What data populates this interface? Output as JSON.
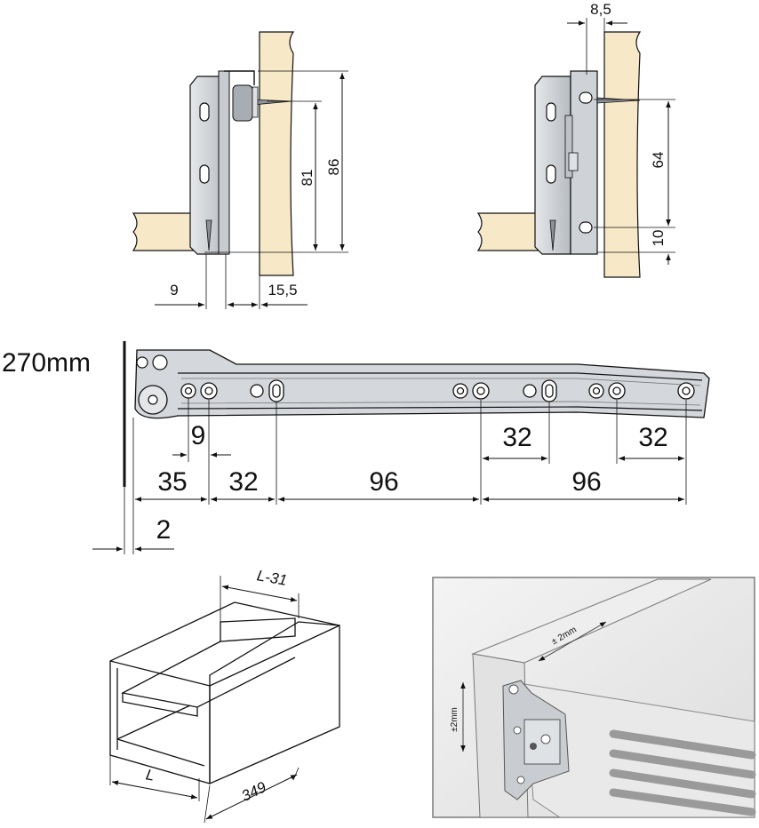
{
  "colors": {
    "wood": "#f7e8c8",
    "metal": "#d4d7db",
    "metal_dark": "#8d9298",
    "line": "#111111",
    "frame_border": "#7a7a7a"
  },
  "top_left_bracket": {
    "dim_9": "9",
    "dim_15_5": "15,5",
    "dim_81": "81",
    "dim_86": "86"
  },
  "top_right_bracket": {
    "dim_8_5": "8,5",
    "dim_64": "64",
    "dim_10": "10"
  },
  "runner": {
    "length_label": "270mm",
    "dims": {
      "d9": "9",
      "d35": "35",
      "d32a": "32",
      "d96a": "96",
      "d32b": "32",
      "d96b": "96",
      "d32c": "32",
      "d2": "2"
    }
  },
  "drawer_box": {
    "dim_l_minus_31": "L-31",
    "dim_l": "L",
    "dim_349": "349"
  },
  "detail_photo": {
    "tol_horizontal": "± 2mm",
    "tol_vertical": "±2mm"
  }
}
